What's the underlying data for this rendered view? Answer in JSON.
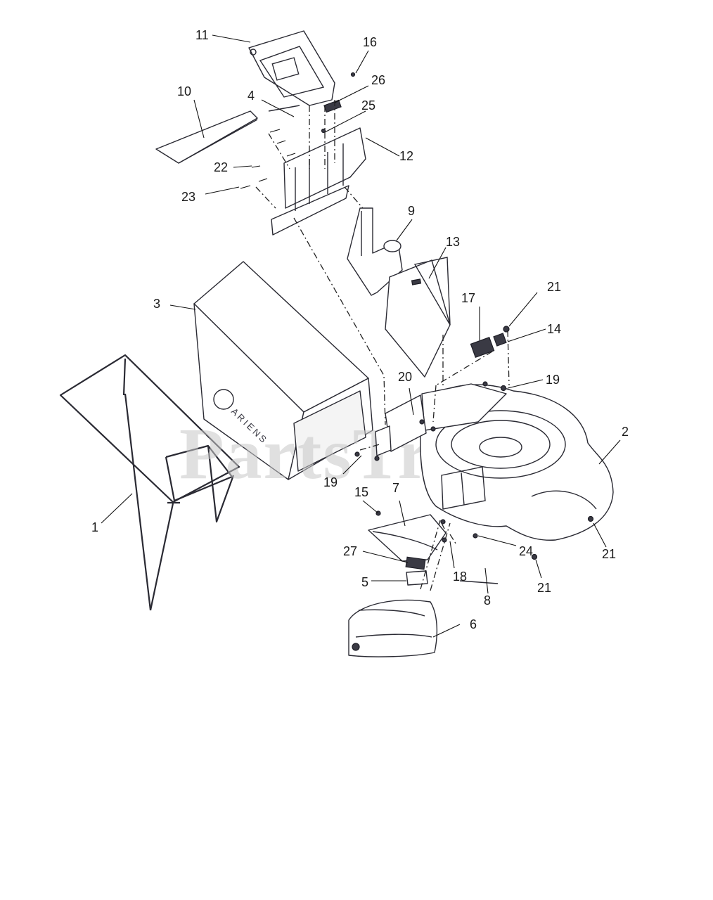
{
  "diagram": {
    "watermark": "PartsTree",
    "brand_mark": "ARIENS",
    "callouts": [
      {
        "id": "callout-1",
        "label": "1"
      },
      {
        "id": "callout-2",
        "label": "2"
      },
      {
        "id": "callout-3",
        "label": "3"
      },
      {
        "id": "callout-4",
        "label": "4"
      },
      {
        "id": "callout-5",
        "label": "5"
      },
      {
        "id": "callout-6",
        "label": "6"
      },
      {
        "id": "callout-7",
        "label": "7"
      },
      {
        "id": "callout-8",
        "label": "8"
      },
      {
        "id": "callout-9",
        "label": "9"
      },
      {
        "id": "callout-10",
        "label": "10"
      },
      {
        "id": "callout-11",
        "label": "11"
      },
      {
        "id": "callout-12",
        "label": "12"
      },
      {
        "id": "callout-13",
        "label": "13"
      },
      {
        "id": "callout-14",
        "label": "14"
      },
      {
        "id": "callout-15",
        "label": "15"
      },
      {
        "id": "callout-16",
        "label": "16"
      },
      {
        "id": "callout-17",
        "label": "17"
      },
      {
        "id": "callout-18",
        "label": "18"
      },
      {
        "id": "callout-19a",
        "label": "19"
      },
      {
        "id": "callout-19b",
        "label": "19"
      },
      {
        "id": "callout-20",
        "label": "20"
      },
      {
        "id": "callout-21a",
        "label": "21"
      },
      {
        "id": "callout-21b",
        "label": "21"
      },
      {
        "id": "callout-21c",
        "label": "21"
      },
      {
        "id": "callout-22",
        "label": "22"
      },
      {
        "id": "callout-23",
        "label": "23"
      },
      {
        "id": "callout-24",
        "label": "24"
      },
      {
        "id": "callout-25",
        "label": "25"
      },
      {
        "id": "callout-26",
        "label": "26"
      },
      {
        "id": "callout-27",
        "label": "27"
      }
    ]
  }
}
